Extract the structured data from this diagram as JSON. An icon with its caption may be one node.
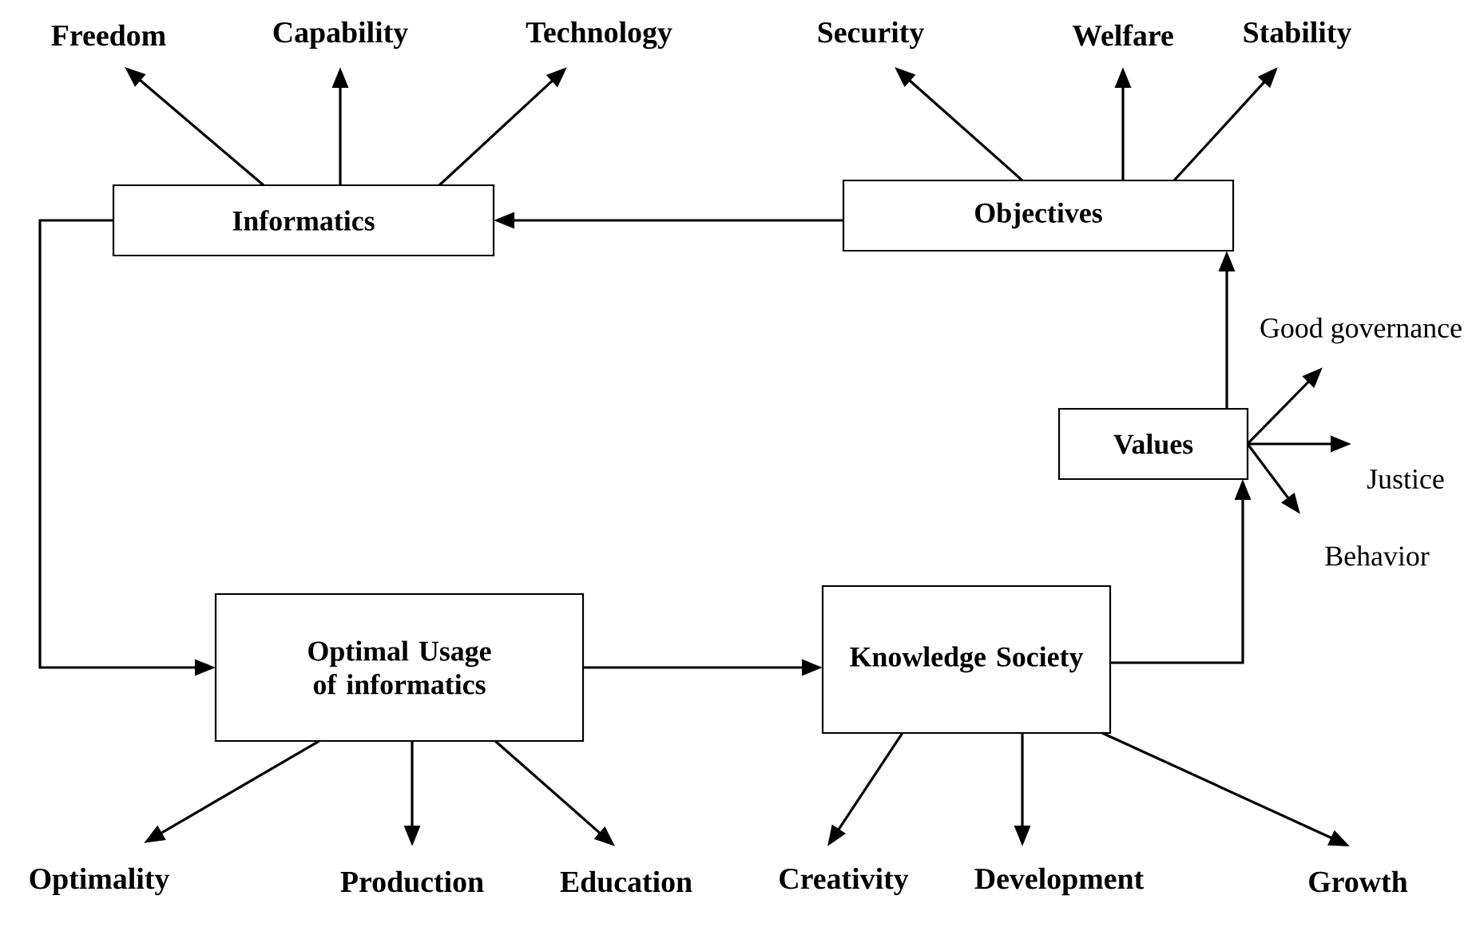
{
  "diagram": {
    "nodes": [
      {
        "text": [
          "Freedom"
        ]
      },
      {
        "text": [
          "Capability"
        ]
      },
      {
        "text": [
          "Technology"
        ]
      },
      {
        "text": [
          "Security"
        ]
      },
      {
        "text": [
          "Welfare"
        ]
      },
      {
        "text": [
          "Stability"
        ]
      },
      {
        "text": [
          "Informatics"
        ]
      },
      {
        "text": [
          "Objectives"
        ]
      },
      {
        "text": [
          "Good governance"
        ]
      },
      {
        "text": [
          "Values"
        ]
      },
      {
        "text": [
          "Justice"
        ]
      },
      {
        "text": [
          "Behavior"
        ]
      },
      {
        "text": [
          "Optimal Usage of informatics"
        ]
      },
      {
        "text": [
          "Knowledge Society"
        ]
      },
      {
        "text": [
          "Optimality"
        ]
      },
      {
        "text": [
          "Production"
        ]
      },
      {
        "text": [
          "Education"
        ]
      },
      {
        "text": [
          "Creativity"
        ]
      },
      {
        "text": [
          "Development"
        ]
      },
      {
        "text": [
          "Growth"
        ]
      }
    ],
    "edges": [
      {
        "from": 6,
        "to": 0,
        "arrow": "to"
      },
      {
        "from": 6,
        "to": 1,
        "arrow": "to"
      },
      {
        "from": 6,
        "to": 2,
        "arrow": "to"
      },
      {
        "from": 7,
        "to": 3,
        "arrow": "to"
      },
      {
        "from": 7,
        "to": 4,
        "arrow": "to"
      },
      {
        "from": 7,
        "to": 5,
        "arrow": "to"
      },
      {
        "from": 7,
        "to": 6,
        "arrow": "to"
      },
      {
        "from": 6,
        "to": 12,
        "arrow": "to"
      },
      {
        "from": 12,
        "to": 13,
        "arrow": "to"
      },
      {
        "from": 13,
        "to": 9,
        "arrow": "to"
      },
      {
        "from": 9,
        "to": 7,
        "arrow": "to"
      },
      {
        "from": 9,
        "to": 8,
        "arrow": "to"
      },
      {
        "from": 9,
        "to": 10,
        "arrow": "to"
      },
      {
        "from": 9,
        "to": 11,
        "arrow": "to"
      },
      {
        "from": 12,
        "to": 14,
        "arrow": "to"
      },
      {
        "from": 12,
        "to": 15,
        "arrow": "to"
      },
      {
        "from": 12,
        "to": 16,
        "arrow": "to"
      },
      {
        "from": 13,
        "to": 17,
        "arrow": "to"
      },
      {
        "from": 13,
        "to": 18,
        "arrow": "to"
      },
      {
        "from": 13,
        "to": 19,
        "arrow": "to"
      }
    ]
  }
}
